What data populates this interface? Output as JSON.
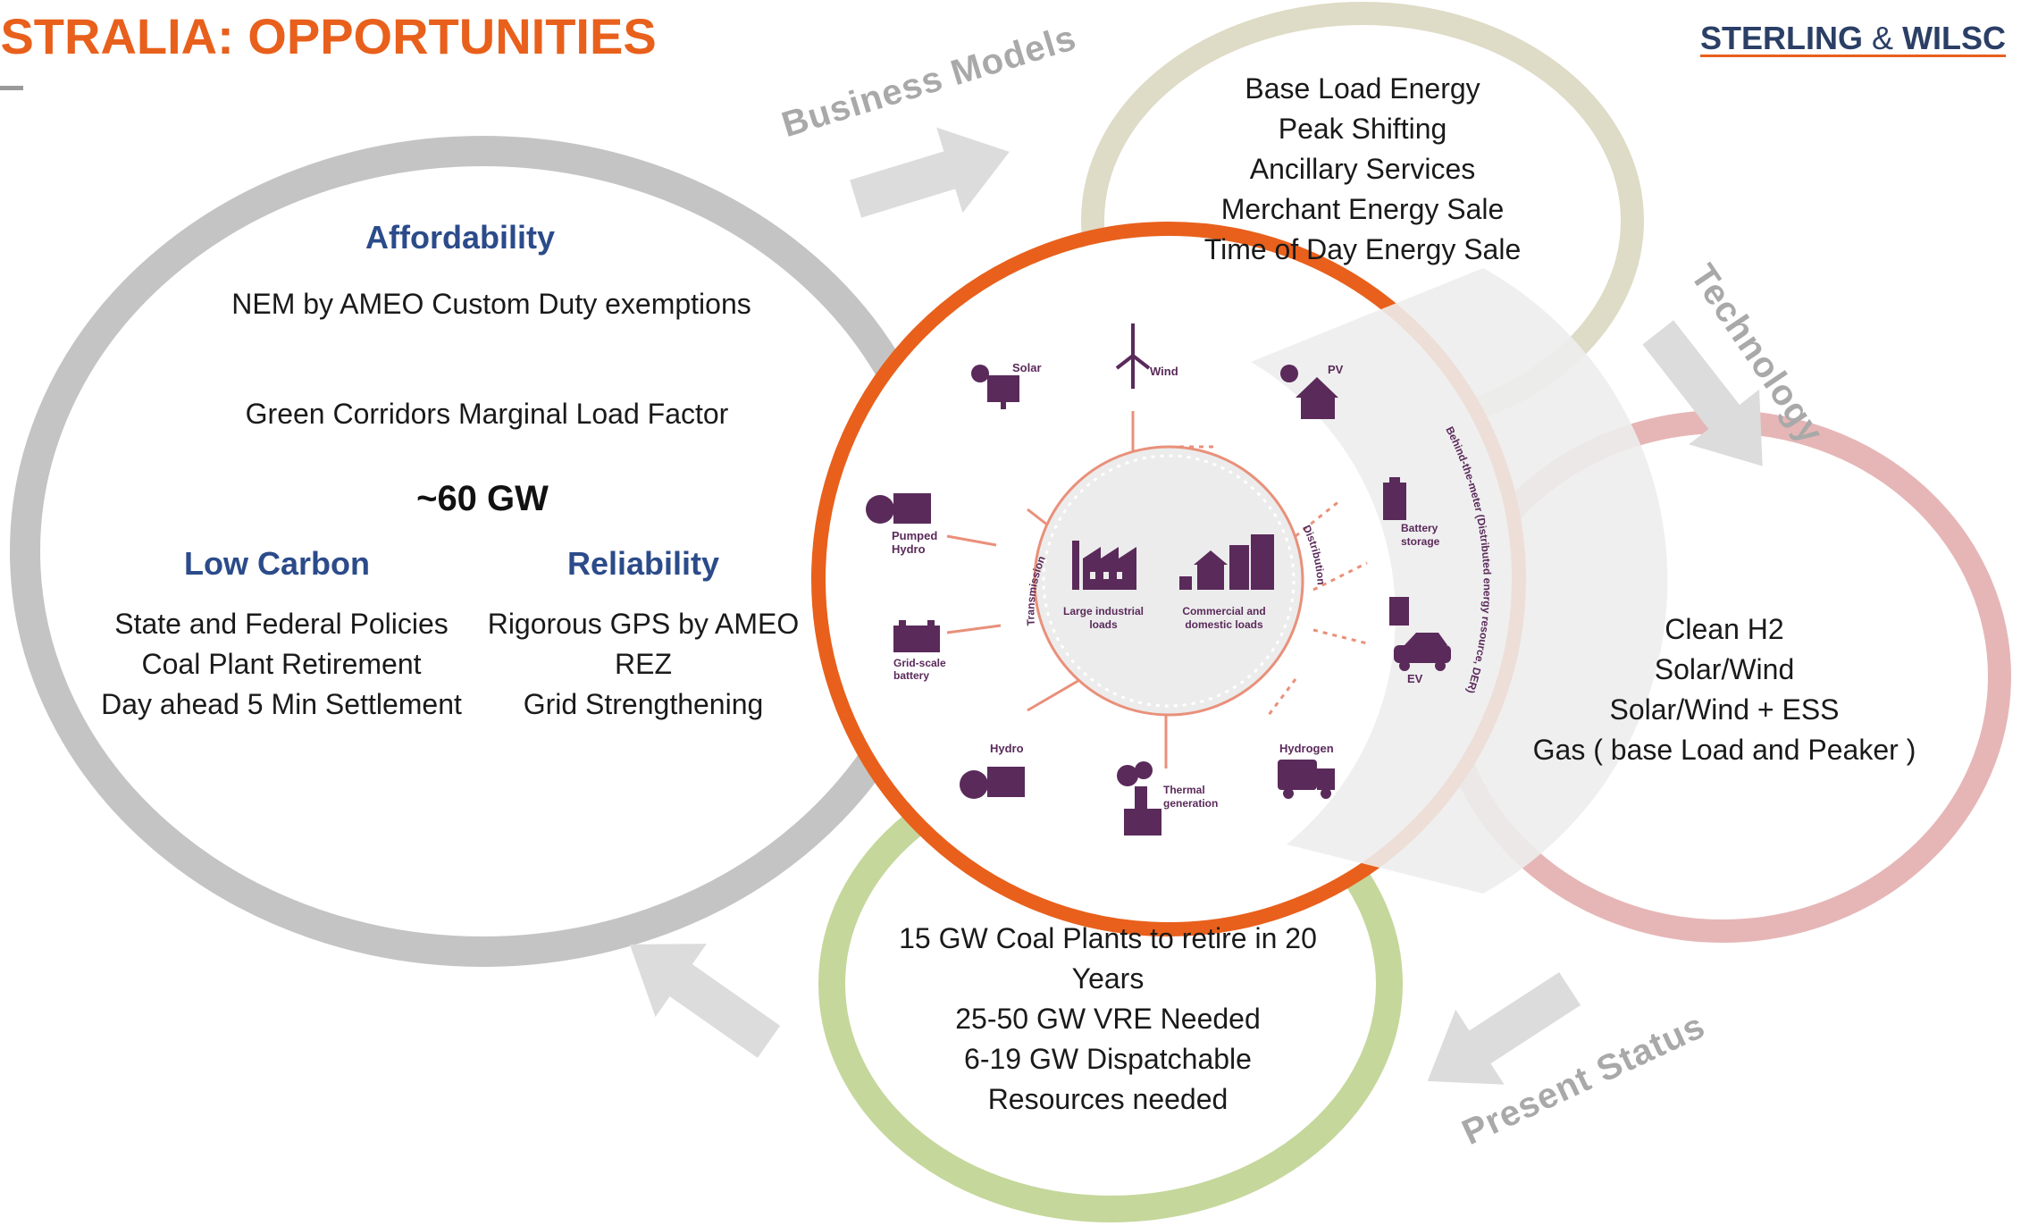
{
  "title": "USTRALIA: OPPORTUNITIES",
  "brand": {
    "name_left": "STERLING",
    "ampersand": "&",
    "name_right": "WILSC"
  },
  "flow_labels": {
    "business_models": "Business Models",
    "technology": "Technology",
    "present_status": "Present Status"
  },
  "left_circle": {
    "affordability": "Affordability",
    "affordability_line1": "NEM by AMEO Custom Duty exemptions",
    "affordability_line2": "Green Corridors Marginal Load Factor",
    "capacity": "~60 GW",
    "low_carbon": "Low Carbon",
    "low_carbon_items": [
      "State and Federal Policies",
      "Coal Plant Retirement",
      "Day ahead 5 Min Settlement"
    ],
    "reliability": "Reliability",
    "reliability_items": [
      "Rigorous GPS by AMEO",
      "REZ",
      "Grid Strengthening"
    ]
  },
  "top_circle": {
    "items": [
      "Base Load Energy",
      "Peak Shifting",
      "Ancillary Services",
      "Merchant Energy Sale",
      "Time of Day Energy Sale"
    ]
  },
  "right_circle": {
    "items": [
      "Clean H2",
      "Solar/Wind",
      "Solar/Wind + ESS",
      "Gas ( base Load and Peaker )"
    ]
  },
  "bottom_circle": {
    "items": [
      "15 GW Coal Plants to retire in 20",
      "Years",
      "25-50  GW VRE Needed",
      "6-19 GW Dispatchable",
      "Resources needed"
    ]
  },
  "center": {
    "nodes": {
      "solar": "Solar",
      "wind": "Wind",
      "pumped_hydro": [
        "Pumped",
        "Hydro"
      ],
      "grid_battery": [
        "Grid-scale",
        "battery"
      ],
      "hydro": "Hydro",
      "thermal": [
        "Thermal",
        "generation"
      ],
      "pv": "PV",
      "battery_storage": [
        "Battery",
        "storage"
      ],
      "ev": "EV",
      "hydrogen": "Hydrogen"
    },
    "transmission": "Transmission",
    "distribution": "Distribution",
    "der_label": "Behind-the-meter (Distributed energy resource, DER)",
    "large_loads": [
      "Large industrial",
      "loads"
    ],
    "commercial_loads": [
      "Commercial and",
      "domestic loads"
    ]
  },
  "colors": {
    "title": "#e8601c",
    "brand": "#2b3f66",
    "headings": "#2b4b8a",
    "left_ring": "#c4c4c4",
    "top_ring": "#dedbc6",
    "right_ring": "#e6b6b6",
    "bottom_ring": "#c5d79b",
    "center_ring": "#e8601c",
    "icons": "#5a2a5a",
    "arrows": "#dcdcdc"
  }
}
